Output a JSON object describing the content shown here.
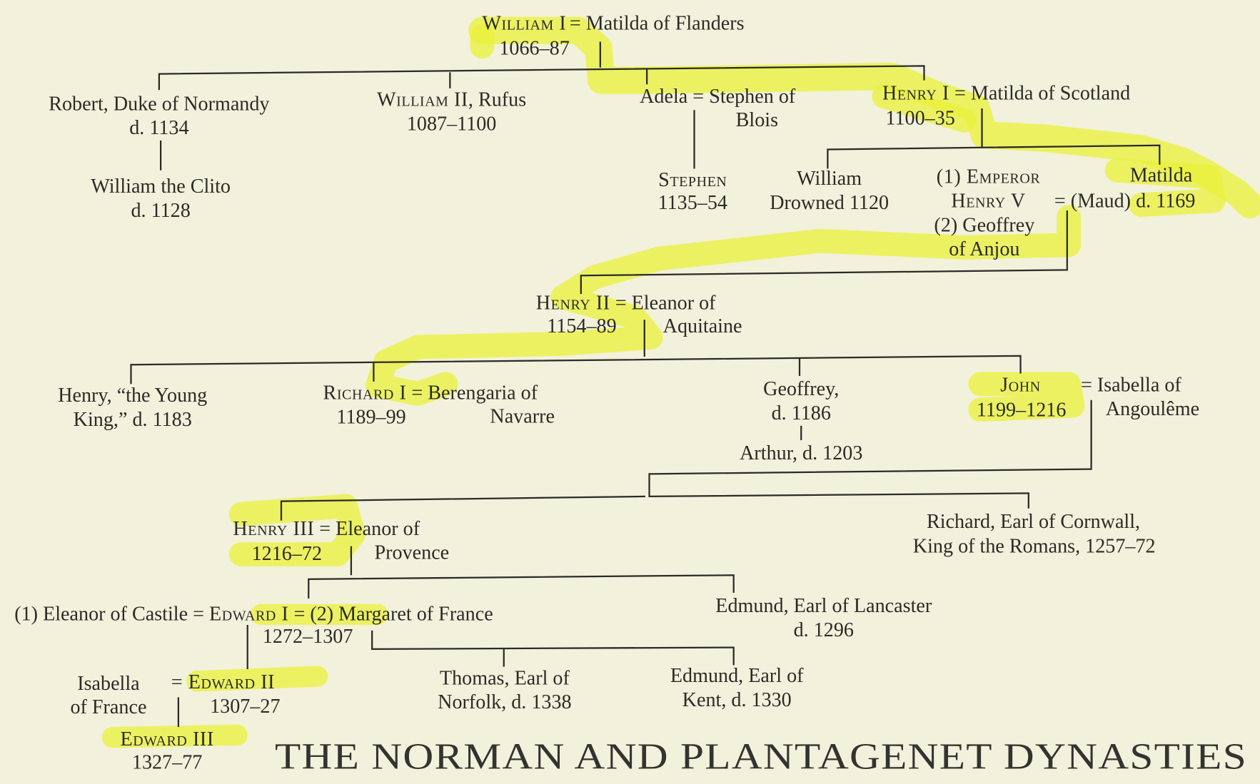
{
  "title": "THE NORMAN AND PLANTAGENET DYNASTIES",
  "highlight_color": "#eaf03a",
  "gen1": {
    "william1": "William I",
    "william1_spouse": "= Matilda of Flanders",
    "william1_reign": "1066–87"
  },
  "gen2": {
    "robert": "Robert, Duke of Normandy",
    "robert_d": "d. 1134",
    "clito": "William the Clito",
    "clito_d": "d. 1128",
    "william2": "William II",
    "william2_epithet": ", Rufus",
    "william2_reign": "1087–1100",
    "adela": "Adela = Stephen of",
    "adela_2": "Blois",
    "henry1": "Henry I",
    "henry1_spouse": " = Matilda of Scotland",
    "henry1_reign": "1100–35"
  },
  "gen3": {
    "stephen": "Stephen",
    "stephen_reign": "1135–54",
    "william": "William",
    "william_d": "Drowned 1120",
    "emperor": "(1) Emperor",
    "henry5": "Henry V",
    "matilda": "Matilda",
    "matilda_2": "= (Maud) d. 1169",
    "geoffrey": "(2) Geoffrey",
    "geoffrey_2": "of Anjou"
  },
  "gen4": {
    "henry2": "Henry II",
    "henry2_spouse": " = Eleanor of",
    "henry2_reign": "1154–89",
    "henry2_spouse_2": "Aquitaine"
  },
  "gen5": {
    "young_king": "Henry, “the Young",
    "young_king_2": "King,” d. 1183",
    "richard1": "Richard I",
    "richard1_spouse": " = Berengaria of",
    "richard1_reign": "1189–99",
    "richard1_spouse_2": "Navarre",
    "geoffrey": "Geoffrey,",
    "geoffrey_d": "d. 1186",
    "arthur": "Arthur, d. 1203",
    "john": "John",
    "john_reign": "1199–1216",
    "john_spouse": "= Isabella of",
    "john_spouse_2": "Angoulême"
  },
  "gen6": {
    "henry3": "Henry III",
    "henry3_spouse": " = Eleanor of",
    "henry3_reign": "1216–72",
    "henry3_spouse_2": "Provence",
    "richard_cornwall": "Richard, Earl of Cornwall,",
    "richard_cornwall_2": "King of the Romans, 1257–72"
  },
  "gen7": {
    "eleanor_castile": "(1) Eleanor of Castile = ",
    "edward1": "Edward I",
    "margaret": " = (2) Margaret of France",
    "edward1_reign": "1272–1307",
    "edmund_lancaster": "Edmund, Earl of Lancaster",
    "edmund_lancaster_d": "d. 1296"
  },
  "gen8": {
    "isabella": "Isabella",
    "isabella_2": "of France",
    "edward2": "= Edward II",
    "edward2_reign": "1307–27",
    "thomas": "Thomas, Earl of",
    "thomas_2": "Norfolk, d. 1338",
    "edmund_kent": "Edmund, Earl of",
    "edmund_kent_2": "Kent, d. 1330"
  },
  "gen9": {
    "edward3": "Edward III",
    "edward3_reign": "1327–77"
  }
}
